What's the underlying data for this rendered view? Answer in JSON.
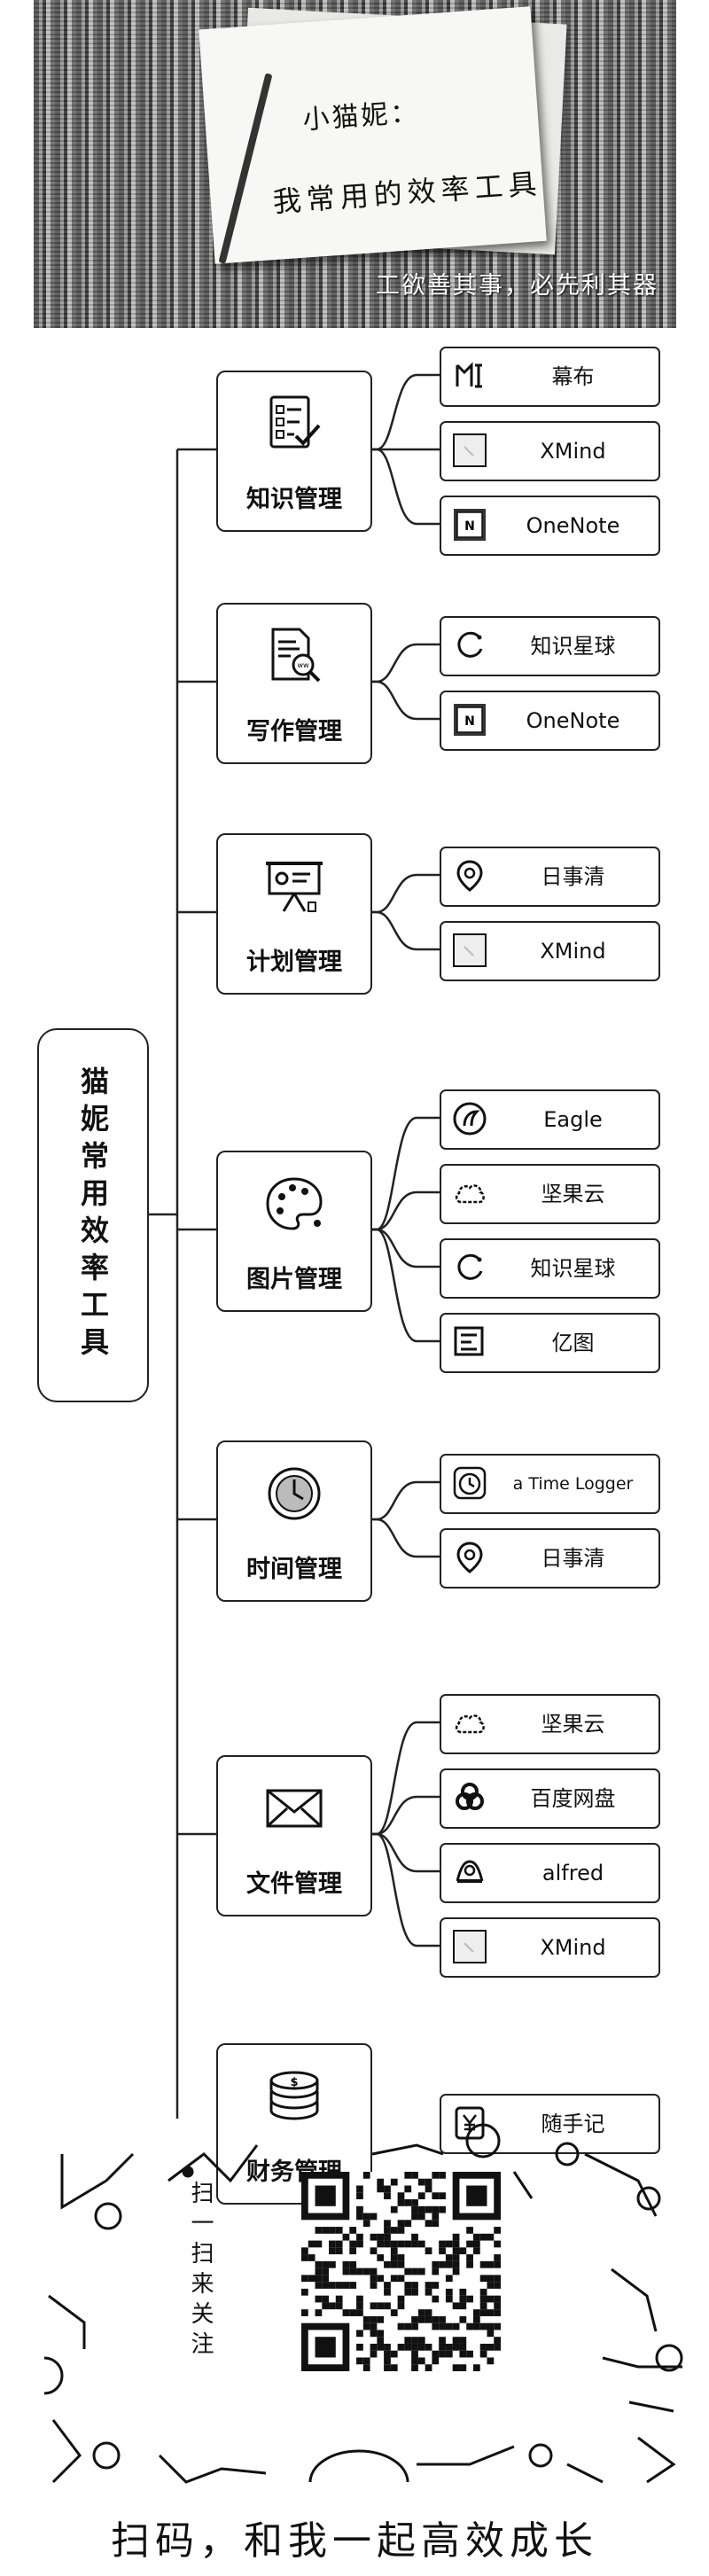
{
  "header": {
    "title": "小猫妮：",
    "subtitle": "我常用的效率工具",
    "footer": "工欲善其事，必先利其器"
  },
  "root": {
    "label": "猫妮常用效率工具"
  },
  "categories": [
    {
      "label": "知识管理",
      "icon": "checklist-icon",
      "tools": [
        {
          "name": "幕布",
          "icon": "mubu-icon"
        },
        {
          "name": "XMind",
          "icon": "xmind-icon"
        },
        {
          "name": "OneNote",
          "icon": "onenote-icon"
        }
      ]
    },
    {
      "label": "写作管理",
      "icon": "document-search-icon",
      "tools": [
        {
          "name": "知识星球",
          "icon": "zsxq-icon"
        },
        {
          "name": "OneNote",
          "icon": "onenote-icon"
        }
      ]
    },
    {
      "label": "计划管理",
      "icon": "presentation-icon",
      "tools": [
        {
          "name": "日事清",
          "icon": "location-pin-icon"
        },
        {
          "name": "XMind",
          "icon": "xmind-icon"
        }
      ]
    },
    {
      "label": "图片管理",
      "icon": "palette-icon",
      "tools": [
        {
          "name": "Eagle",
          "icon": "eagle-icon"
        },
        {
          "name": "坚果云",
          "icon": "cloud-icon"
        },
        {
          "name": "知识星球",
          "icon": "zsxq-icon"
        },
        {
          "name": "亿图",
          "icon": "edraw-icon"
        }
      ]
    },
    {
      "label": "时间管理",
      "icon": "clock-icon",
      "tools": [
        {
          "name": "a Time Logger",
          "icon": "timer-icon"
        },
        {
          "name": "日事清",
          "icon": "location-pin-icon"
        }
      ]
    },
    {
      "label": "文件管理",
      "icon": "envelope-icon",
      "tools": [
        {
          "name": "坚果云",
          "icon": "cloud-icon"
        },
        {
          "name": "百度网盘",
          "icon": "baidu-pan-icon"
        },
        {
          "name": "alfred",
          "icon": "alfred-icon"
        },
        {
          "name": "XMind",
          "icon": "xmind-icon"
        }
      ]
    },
    {
      "label": "财务管理",
      "icon": "coins-icon",
      "tools": [
        {
          "name": "随手记",
          "icon": "yen-icon"
        }
      ]
    }
  ],
  "footer": {
    "scan_label": "扫一扫来关注",
    "slogan": "扫码，和我一起高效成长"
  }
}
